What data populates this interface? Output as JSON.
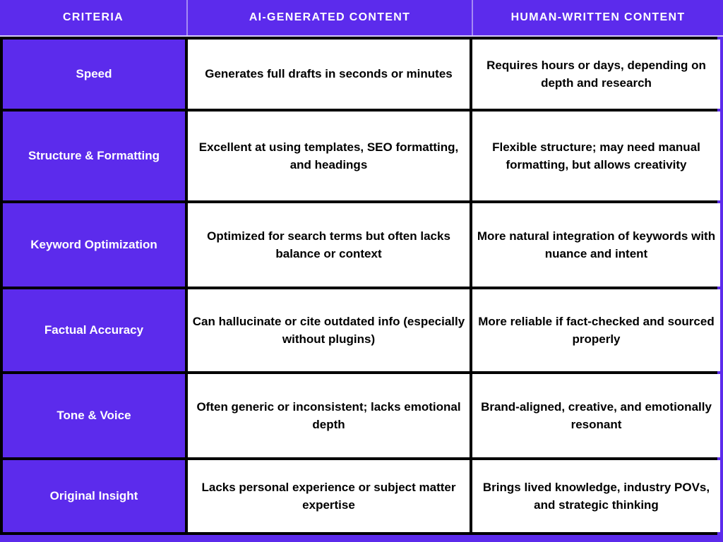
{
  "colors": {
    "accent_purple": "#5C2BEC",
    "grid_border": "#000000",
    "cell_background": "#FFFFFF",
    "header_text": "#FFFFFF",
    "body_text": "#000000",
    "header_divider": "#B9A5F6"
  },
  "chart_data": {
    "type": "table",
    "columns": [
      "CRITERIA",
      "AI-GENERATED CONTENT",
      "HUMAN-WRITTEN CONTENT"
    ],
    "rows": [
      [
        "Speed",
        "Generates full drafts in seconds or minutes",
        "Requires hours or days, depending on depth and research"
      ],
      [
        "Structure & Formatting",
        "Excellent at using templates, SEO formatting, and headings",
        "Flexible structure; may need manual formatting, but allows creativity"
      ],
      [
        "Keyword Optimization",
        "Optimized for search terms but often lacks balance or context",
        "More natural integration of keywords with nuance and intent"
      ],
      [
        "Factual Accuracy",
        "Can hallucinate or cite outdated info (especially without plugins)",
        "More reliable if fact-checked and sourced properly"
      ],
      [
        "Tone & Voice",
        "Often generic or inconsistent; lacks emotional depth",
        "Brand-aligned, creative, and emotionally resonant"
      ],
      [
        "Original Insight",
        "Lacks personal experience or subject matter expertise",
        "Brings lived knowledge, industry POVs, and strategic thinking"
      ]
    ]
  }
}
